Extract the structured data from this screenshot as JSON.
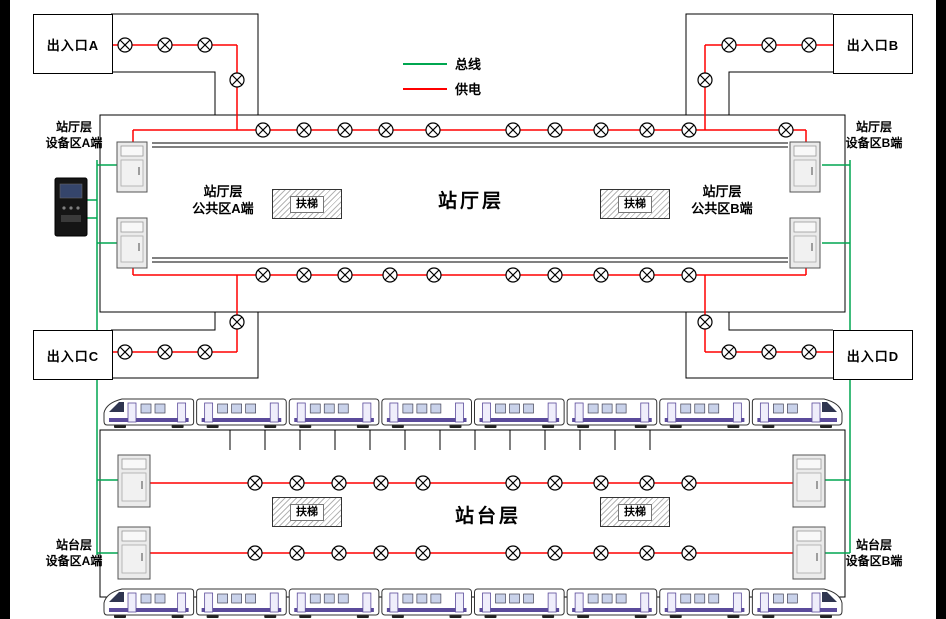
{
  "legend": {
    "bus": "总线",
    "power": "供电"
  },
  "entrances": {
    "a": "出入口A",
    "b": "出入口B",
    "c": "出入口C",
    "d": "出入口D"
  },
  "hall": {
    "title": "站厅层",
    "equipment_a": "站厅层\n设备区A端",
    "equipment_b": "站厅层\n设备区B端",
    "public_a": "站厅层\n公共区A端",
    "public_b": "站厅层\n公共区B端"
  },
  "platform": {
    "title": "站台层",
    "equipment_a": "站台层\n设备区A端",
    "equipment_b": "站台层\n设备区B端"
  },
  "escalator_label": "扶梯",
  "colors": {
    "bus": "#00a650",
    "power": "#ff0000",
    "train_accent": "#5b4b9b"
  }
}
